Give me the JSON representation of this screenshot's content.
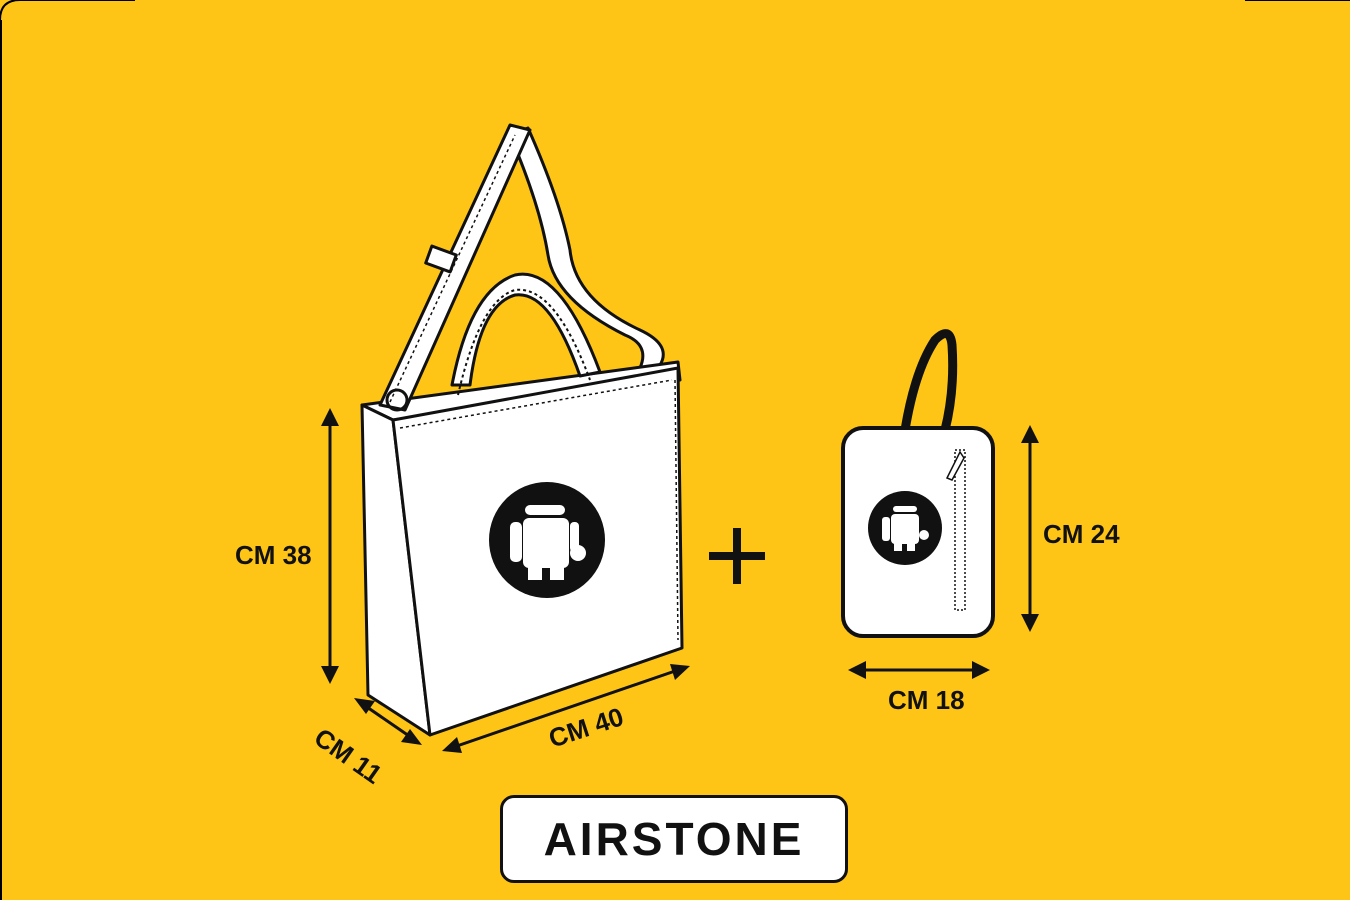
{
  "product_name": "AIRSTONE",
  "background_color": "#FEC516",
  "tote_bag": {
    "height_label": "CM 38",
    "depth_label": "CM 11",
    "width_label": "CM 40"
  },
  "pouch": {
    "height_label": "CM 24",
    "width_label": "CM 18"
  },
  "plus_sign": "+"
}
